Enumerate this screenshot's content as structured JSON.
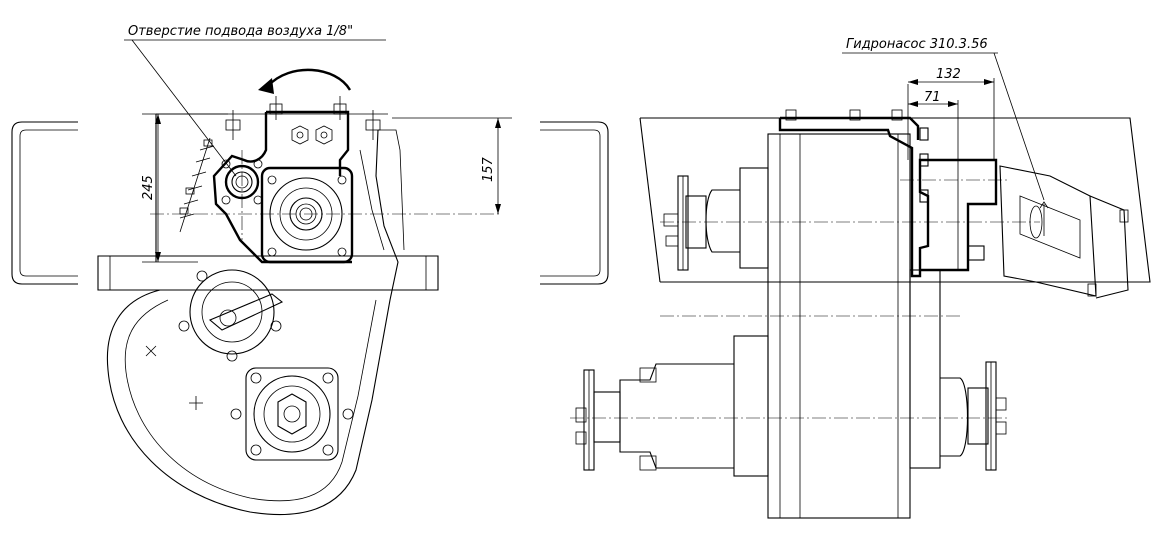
{
  "drawing": {
    "left_view": {
      "label_air_inlet": "Отверстие подвода воздуха 1/8\"",
      "dim_height_245": "245",
      "dim_height_157": "157"
    },
    "right_view": {
      "label_pump": "Гидронасос 310.3.56",
      "dim_132": "132",
      "dim_71": "71"
    },
    "colors": {
      "line": "#000000",
      "background": "#ffffff"
    }
  }
}
